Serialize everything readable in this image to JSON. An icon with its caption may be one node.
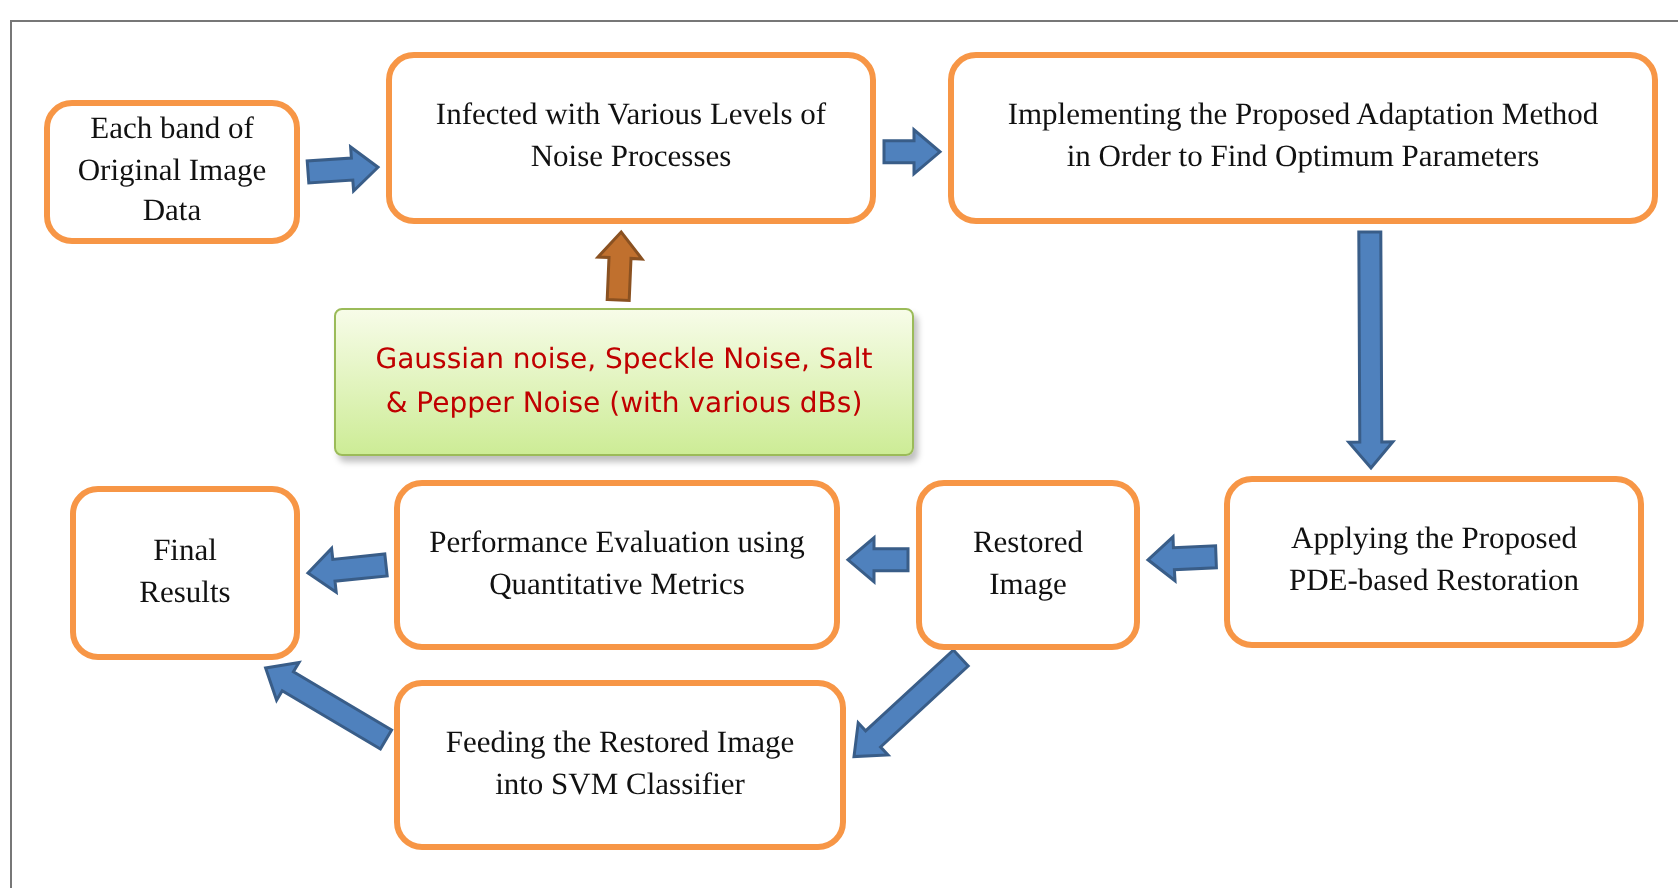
{
  "diagram": {
    "nodes": [
      {
        "text": [
          "Each band of Original Image Data"
        ]
      },
      {
        "text": [
          "Infected with Various Levels of Noise Processes"
        ]
      },
      {
        "text": [
          "Implementing the Proposed Adaptation Method in Order to Find Optimum Parameters"
        ]
      },
      {
        "text": [
          "Gaussian noise, Speckle Noise, Salt & Pepper Noise (with various dBs)"
        ]
      },
      {
        "text": [
          "Applying the Proposed PDE-based Restoration"
        ]
      },
      {
        "text": [
          "Restored Image"
        ]
      },
      {
        "text": [
          "Performance Evaluation using Quantitative Metrics"
        ]
      },
      {
        "text": [
          "Final Results"
        ]
      },
      {
        "text": [
          "Feeding the Restored Image into SVM Classifier"
        ]
      }
    ],
    "edges": [
      {
        "from": 0,
        "to": 1,
        "arrow": "to"
      },
      {
        "from": 1,
        "to": 2,
        "arrow": "to"
      },
      {
        "from": 3,
        "to": 1,
        "arrow": "to",
        "color": "#c0702e"
      },
      {
        "from": 2,
        "to": 4,
        "arrow": "to"
      },
      {
        "from": 4,
        "to": 5,
        "arrow": "to"
      },
      {
        "from": 5,
        "to": 6,
        "arrow": "to"
      },
      {
        "from": 6,
        "to": 7,
        "arrow": "to"
      },
      {
        "from": 5,
        "to": 8,
        "arrow": "to"
      },
      {
        "from": 8,
        "to": 7,
        "arrow": "to"
      }
    ]
  }
}
